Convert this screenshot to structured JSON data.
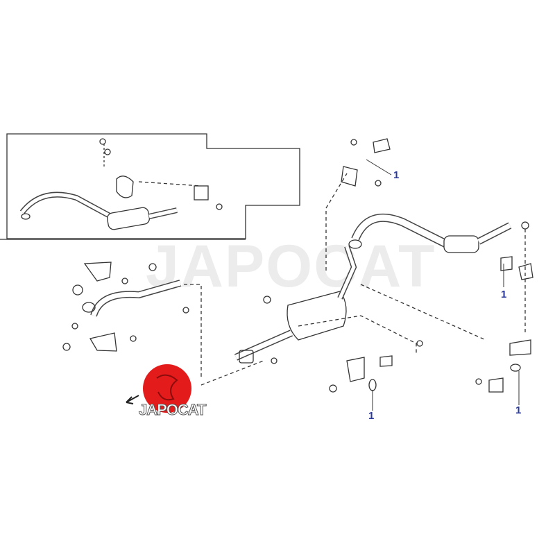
{
  "watermark": "JAPOCAT",
  "logo": {
    "text": "JAPOCAT",
    "color": "#e31b1b"
  },
  "callouts": [
    "1",
    "1",
    "1",
    "1"
  ],
  "colors": {
    "line": "#333333",
    "callout": "#2b3a9a"
  }
}
